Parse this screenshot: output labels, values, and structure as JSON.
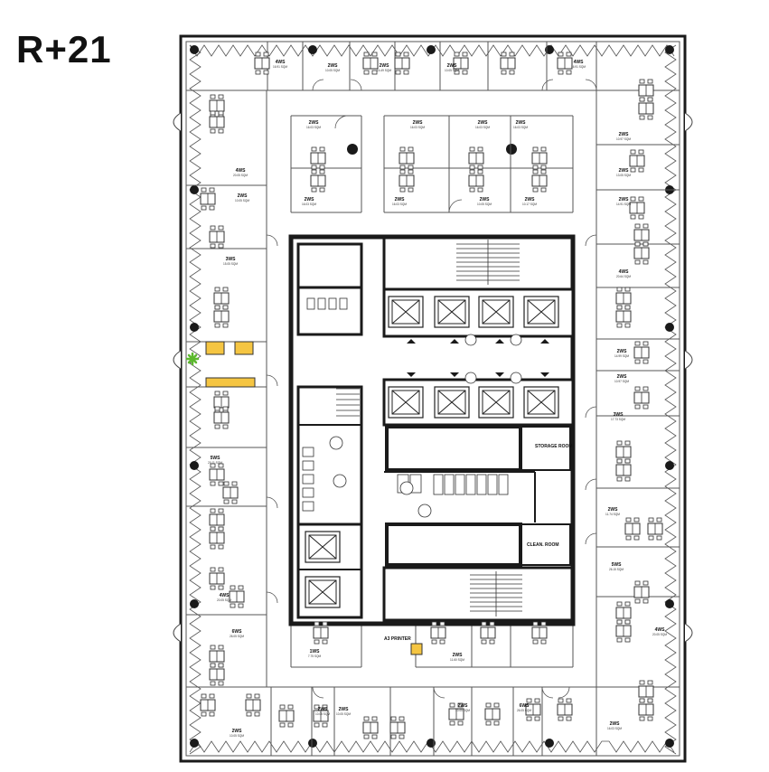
{
  "floor": {
    "title": "R+21"
  },
  "rooms": {
    "storage": "STORAGE ROOM",
    "cleaning": "CLEAN. ROOM",
    "printer": "A3 PRINTER"
  },
  "office_labels": [
    {
      "key": "n1",
      "title": "4WS",
      "sub": "16.91 SQM"
    },
    {
      "key": "n2",
      "title": "2WS",
      "sub": "10.05 SQM"
    },
    {
      "key": "n3",
      "title": "2WS",
      "sub": "14.49 SQM"
    },
    {
      "key": "n4",
      "title": "2WS",
      "sub": "10.05 SQM"
    },
    {
      "key": "n5",
      "title": "4WS",
      "sub": "16.91 SQM"
    },
    {
      "key": "e1",
      "title": "2WS",
      "sub": "10.97 SQM"
    },
    {
      "key": "e2",
      "title": "2WS",
      "sub": "13.05 SQM"
    },
    {
      "key": "e3",
      "title": "2WS",
      "sub": "14.91 SQM"
    },
    {
      "key": "e4",
      "title": "4WS",
      "sub": "20.64 SQM"
    },
    {
      "key": "e5",
      "title": "2WS",
      "sub": "14.99 SQM"
    },
    {
      "key": "e6",
      "title": "2WS",
      "sub": "10.97 SQM"
    },
    {
      "key": "e7",
      "title": "3WS",
      "sub": "17.73 SQM"
    },
    {
      "key": "e8",
      "title": "2WS",
      "sub": "11.74 SQM"
    },
    {
      "key": "e9",
      "title": "5WS",
      "sub": "26.15 SQM"
    },
    {
      "key": "w1",
      "title": "4WS",
      "sub": "20.05 SQM"
    },
    {
      "key": "w2",
      "title": "2WS",
      "sub": "10.05 SQM"
    },
    {
      "key": "w3",
      "title": "4WS",
      "sub": "20.05 SQM"
    },
    {
      "key": "w4",
      "title": "3WS",
      "sub": "15.05 SQM"
    },
    {
      "key": "w5",
      "title": "5WS",
      "sub": "20.11 SQM"
    },
    {
      "key": "w6",
      "title": "4WS",
      "sub": "20.05 SQM"
    },
    {
      "key": "s1",
      "title": "6WS",
      "sub": "26.05 SQM"
    },
    {
      "key": "s2",
      "title": "2WS",
      "sub": "10.05 SQM"
    },
    {
      "key": "s3",
      "title": "2WS",
      "sub": "10.05 SQM"
    },
    {
      "key": "s4",
      "title": "2WS",
      "sub": "10.05 SQM"
    },
    {
      "key": "s5",
      "title": "2WS",
      "sub": "10.05 SQM"
    },
    {
      "key": "s6",
      "title": "6WS",
      "sub": "26.05 SQM"
    },
    {
      "key": "c1",
      "title": "2WS",
      "sub": "16.03 SQM"
    },
    {
      "key": "c2",
      "title": "2WS",
      "sub": "16.03 SQM"
    },
    {
      "key": "c3",
      "title": "2WS",
      "sub": "16.03 SQM"
    },
    {
      "key": "c4",
      "title": "2WS",
      "sub": "16.03 SQM"
    },
    {
      "key": "c5",
      "title": "2WS",
      "sub": "16.03 SQM"
    },
    {
      "key": "c6",
      "title": "2WS",
      "sub": "16.03 SQM"
    },
    {
      "key": "c7",
      "title": "2WS",
      "sub": "16.03 SQM"
    },
    {
      "key": "b1",
      "title": "2WS",
      "sub": "10.05 SQM"
    },
    {
      "key": "b2",
      "title": "2WS",
      "sub": "10.17 SQM"
    },
    {
      "key": "b3",
      "title": "1WS",
      "sub": "7.75 SQM"
    },
    {
      "key": "b4",
      "title": "2WS",
      "sub": "11.60 SQM"
    }
  ],
  "colors": {
    "wall": "#1a1a1a",
    "line": "#444444",
    "highlight_desk": "#f5c542",
    "plant": "#5cb82e"
  }
}
